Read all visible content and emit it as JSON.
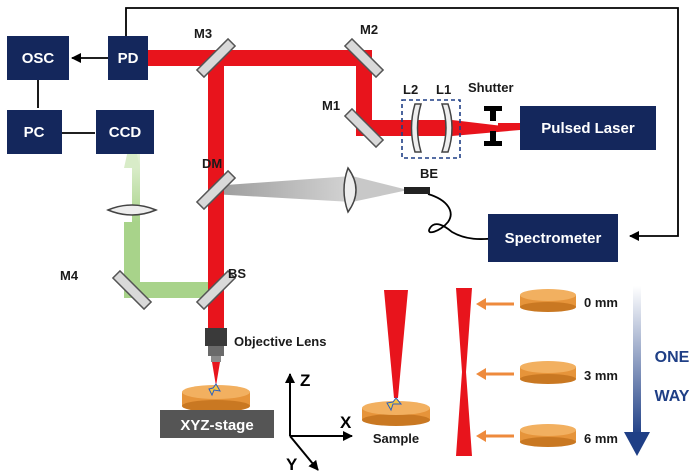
{
  "instruments": {
    "osc": "OSC",
    "pd": "PD",
    "pc": "PC",
    "ccd": "CCD",
    "pulsed_laser": "Pulsed Laser",
    "spectrometer": "Spectrometer",
    "xyz_stage": "XYZ-stage"
  },
  "components": {
    "m1": "M1",
    "m2": "M2",
    "m3": "M3",
    "m4": "M4",
    "l1": "L1",
    "l2": "L2",
    "shutter": "Shutter",
    "be": "BE",
    "dm": "DM",
    "bs": "BS",
    "objective_lens": "Objective Lens"
  },
  "axes": {
    "z": "Z",
    "x": "X",
    "y": "Y"
  },
  "sample_label": "Sample",
  "focus_depths": [
    "0 mm",
    "3 mm",
    "6 mm"
  ],
  "direction_label": [
    "ONE",
    "WAY"
  ],
  "colors": {
    "box": "#14275c",
    "laser": "#e8141c",
    "green": "#a8d38a",
    "gray_beam": "#b9b9b9",
    "sample": "#f2a53c",
    "arrow_orange": "#ee8a3c",
    "oneway_blue": "#1f3f86"
  }
}
